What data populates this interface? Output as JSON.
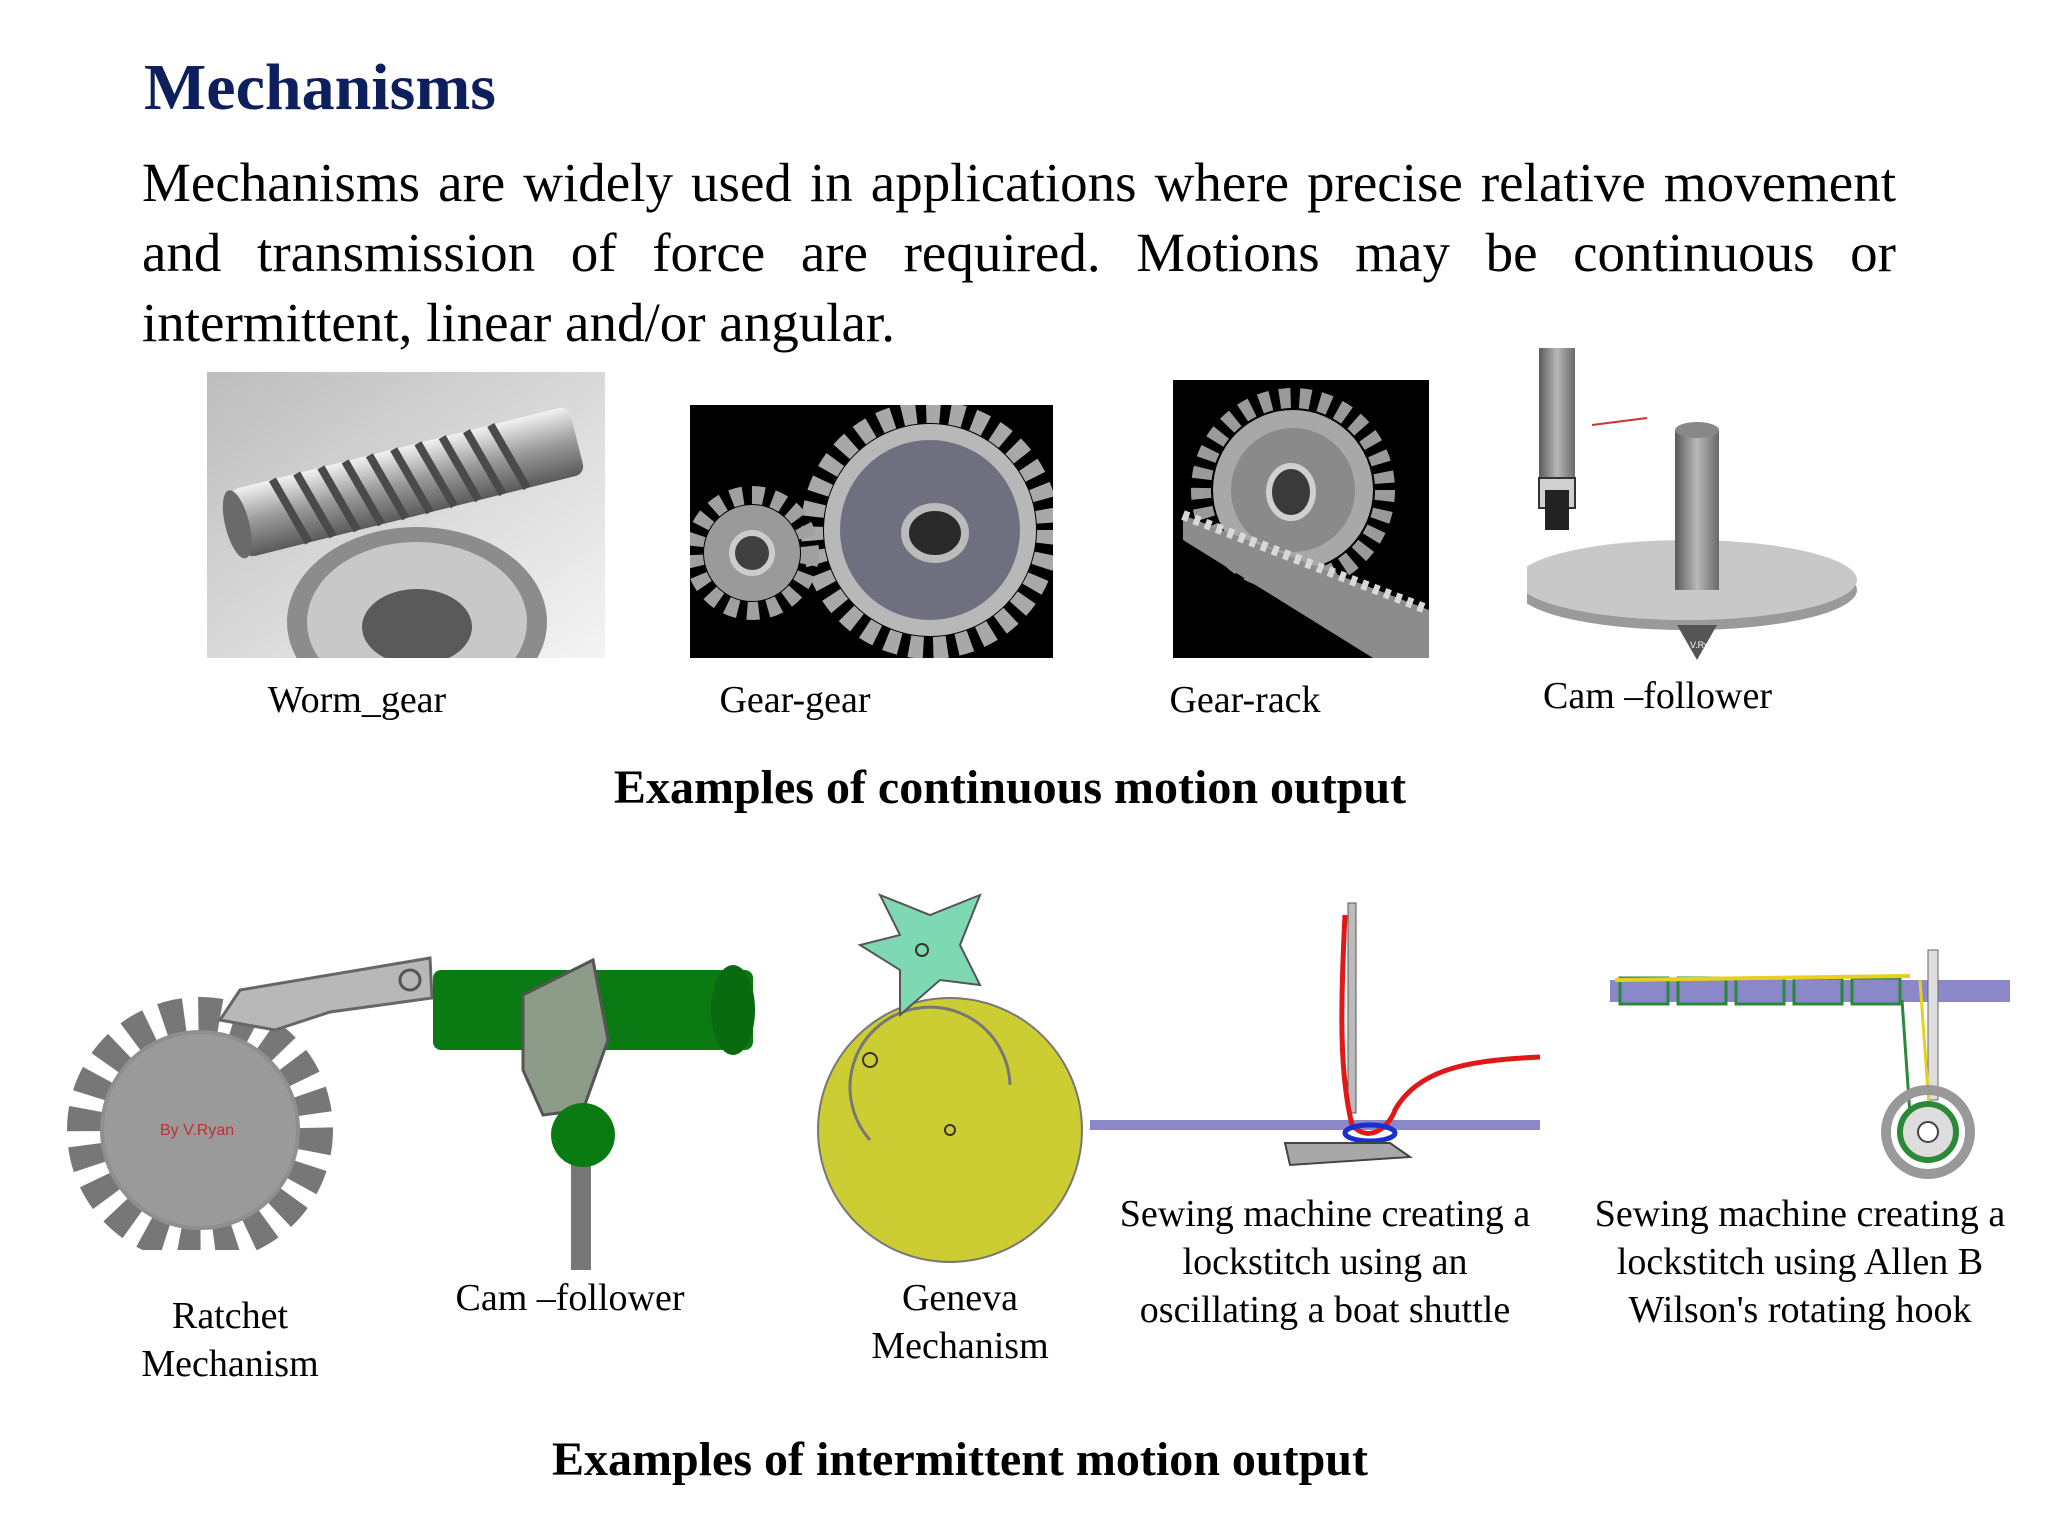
{
  "title": "Mechanisms",
  "intro": "Mechanisms are widely used in applications where precise relative movement and transmission of force are required. Motions may be continuous or intermittent, linear and/or angular.",
  "continuous": {
    "heading": "Examples of  continuous  motion output",
    "items": [
      {
        "caption": "Worm_gear"
      },
      {
        "caption": "Gear-gear"
      },
      {
        "caption": "Gear-rack"
      },
      {
        "caption": "Cam –follower",
        "watermark": "By V.Ryan"
      }
    ]
  },
  "intermittent": {
    "heading": "Examples of  intermittent motion output",
    "items": [
      {
        "caption_line1": "Ratchet",
        "caption_line2": "Mechanism",
        "watermark": "By V.Ryan"
      },
      {
        "caption": "Cam –follower"
      },
      {
        "caption_line1": "Geneva",
        "caption_line2": "Mechanism"
      },
      {
        "caption_line1": "Sewing machine creating a",
        "caption_line2": "lockstitch using an",
        "caption_line3": "oscillating a boat shuttle"
      },
      {
        "caption_line1": "Sewing machine creating a",
        "caption_line2": "lockstitch using Allen B",
        "caption_line3": "Wilson's rotating hook"
      }
    ]
  },
  "colors": {
    "title": "#0d1f5c",
    "green": "#0a7a12",
    "mint": "#7fd8b4",
    "yellow": "#cccc33",
    "purple": "#8a88c8"
  }
}
